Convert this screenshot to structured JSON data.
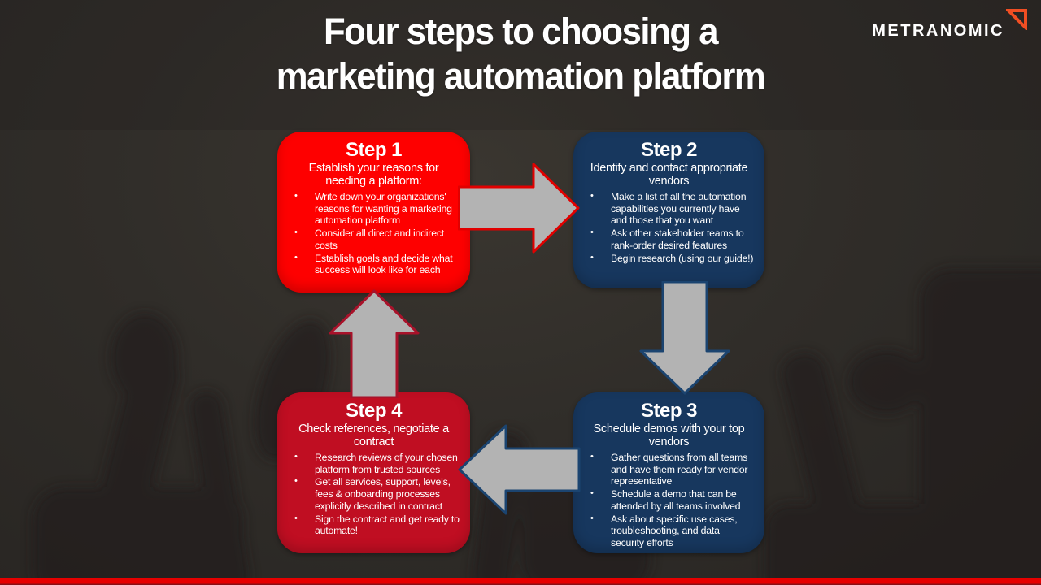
{
  "slide": {
    "title_line1": "Four steps to choosing a",
    "title_line2": "marketing automation platform",
    "logo_text": "METRANOMIC"
  },
  "icons": {
    "bullet": "•",
    "logo_mark": "triangle-outline-icon"
  },
  "colors": {
    "background": "#2F2C29",
    "step1_bg": "#FE0000",
    "step2_bg": "#17375E",
    "step3_bg": "#17375E",
    "step4_bg": "#C00E22",
    "arrow_fill": "#B3B3B3",
    "arrow_outline_red": "#E10000",
    "arrow_outline_crimson": "#A8122A",
    "arrow_outline_navy": "#1B4470",
    "logo_accent": "#F04E23",
    "footer_bar": "#E60000",
    "text": "#FFFFFF"
  },
  "steps": [
    {
      "title": "Step 1",
      "subtitle": "Establish your reasons for needing a platform:",
      "bullets": [
        "Write down your organizations' reasons for wanting a marketing automation platform",
        "Consider all direct and indirect costs",
        "Establish goals and decide what success will look like for each"
      ]
    },
    {
      "title": "Step 2",
      "subtitle": "Identify and contact appropriate vendors",
      "bullets": [
        "Make a list of all the automation capabilities you currently have and those that you want",
        "Ask other stakeholder teams to rank-order desired features",
        "Begin research (using our guide!)"
      ]
    },
    {
      "title": "Step 3",
      "subtitle": "Schedule demos with your top vendors",
      "bullets": [
        "Gather questions from all teams and have them ready for vendor representative",
        "Schedule a demo that can be attended by all teams involved",
        "Ask about specific use cases, troubleshooting, and data security efforts"
      ]
    },
    {
      "title": "Step 4",
      "subtitle": "Check references, negotiate a contract",
      "bullets": [
        "Research reviews of your chosen platform from trusted sources",
        "Get all services, support, levels, fees & onboarding processes explicitly described in contract",
        "Sign the contract and get ready to automate!"
      ]
    }
  ]
}
